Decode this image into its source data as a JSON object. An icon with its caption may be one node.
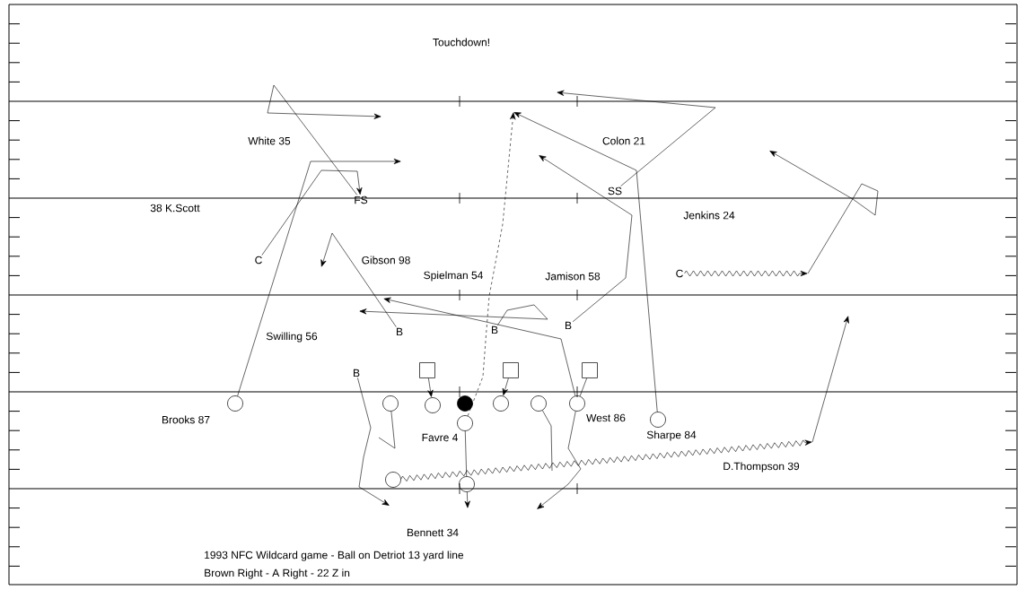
{
  "diagram": {
    "nodes": [
      {
        "text": [
          "FS"
        ]
      },
      {
        "text": [
          "SS"
        ]
      },
      {
        "text": [
          "C"
        ]
      },
      {
        "text": [
          "C"
        ]
      },
      {
        "text": [
          "B"
        ]
      },
      {
        "text": [
          "B"
        ]
      },
      {
        "text": [
          "B"
        ]
      },
      {
        "text": [
          "B"
        ]
      },
      {
        "text": [],
        "shape": "box"
      },
      {
        "text": [],
        "shape": "box"
      },
      {
        "text": [],
        "shape": "box"
      },
      {
        "text": [],
        "shape": "circle"
      },
      {
        "text": [],
        "shape": "circle"
      },
      {
        "text": [],
        "shape": "circle"
      },
      {
        "text": [],
        "shape": "dot"
      },
      {
        "text": [],
        "shape": "circle"
      },
      {
        "text": [],
        "shape": "circle"
      },
      {
        "text": [],
        "shape": "circle"
      },
      {
        "text": [],
        "shape": "circle"
      },
      {
        "text": [],
        "shape": "circle"
      },
      {
        "text": [],
        "shape": "circle"
      },
      {
        "text": [],
        "shape": "circle"
      }
    ],
    "edges": [
      {
        "from": 0,
        "to": null,
        "arrow": "to"
      },
      {
        "from": 1,
        "to": null,
        "arrow": "to"
      },
      {
        "from": 2,
        "to": 0,
        "arrow": "to"
      },
      {
        "from": 3,
        "to": null,
        "arrow": "to"
      },
      {
        "from": 4,
        "to": null,
        "arrow": "to"
      },
      {
        "from": 5,
        "to": null,
        "arrow": "to"
      },
      {
        "from": 6,
        "to": null,
        "arrow": "to"
      },
      {
        "from": 7,
        "to": null,
        "arrow": "to"
      },
      {
        "from": 8,
        "to": 13,
        "arrow": "to"
      },
      {
        "from": 9,
        "to": 15,
        "arrow": "to"
      },
      {
        "from": 10,
        "to": 17,
        "arrow": "none"
      },
      {
        "from": 11,
        "to": null,
        "arrow": "to"
      },
      {
        "from": 12,
        "to": null,
        "arrow": "none"
      },
      {
        "from": 16,
        "to": null,
        "arrow": "none"
      },
      {
        "from": 17,
        "to": null,
        "arrow": "to"
      },
      {
        "from": 17,
        "to": null,
        "arrow": "to"
      },
      {
        "from": 18,
        "to": null,
        "arrow": "to"
      },
      {
        "from": 19,
        "to": null,
        "arrow": "to",
        "style": "dashed"
      },
      {
        "from": 19,
        "to": 21,
        "arrow": "none"
      },
      {
        "from": 21,
        "to": null,
        "arrow": "to"
      },
      {
        "from": 20,
        "to": null,
        "arrow": "to"
      }
    ],
    "labels": [
      "Touchdown!",
      "White 35",
      "Colon 21",
      "38 K.Scott",
      "Jenkins 24",
      "Gibson 98",
      "Spielman 54",
      "Jamison 58",
      "Swilling 56",
      "Brooks 87",
      "West 86",
      "Favre 4",
      "Sharpe 84",
      "D.Thompson 39",
      "Bennett 34",
      "1993 NFC Wildcard game - Ball on Detriot 13 yard line",
      "Brown Right - A Right - 22 Z in"
    ]
  }
}
